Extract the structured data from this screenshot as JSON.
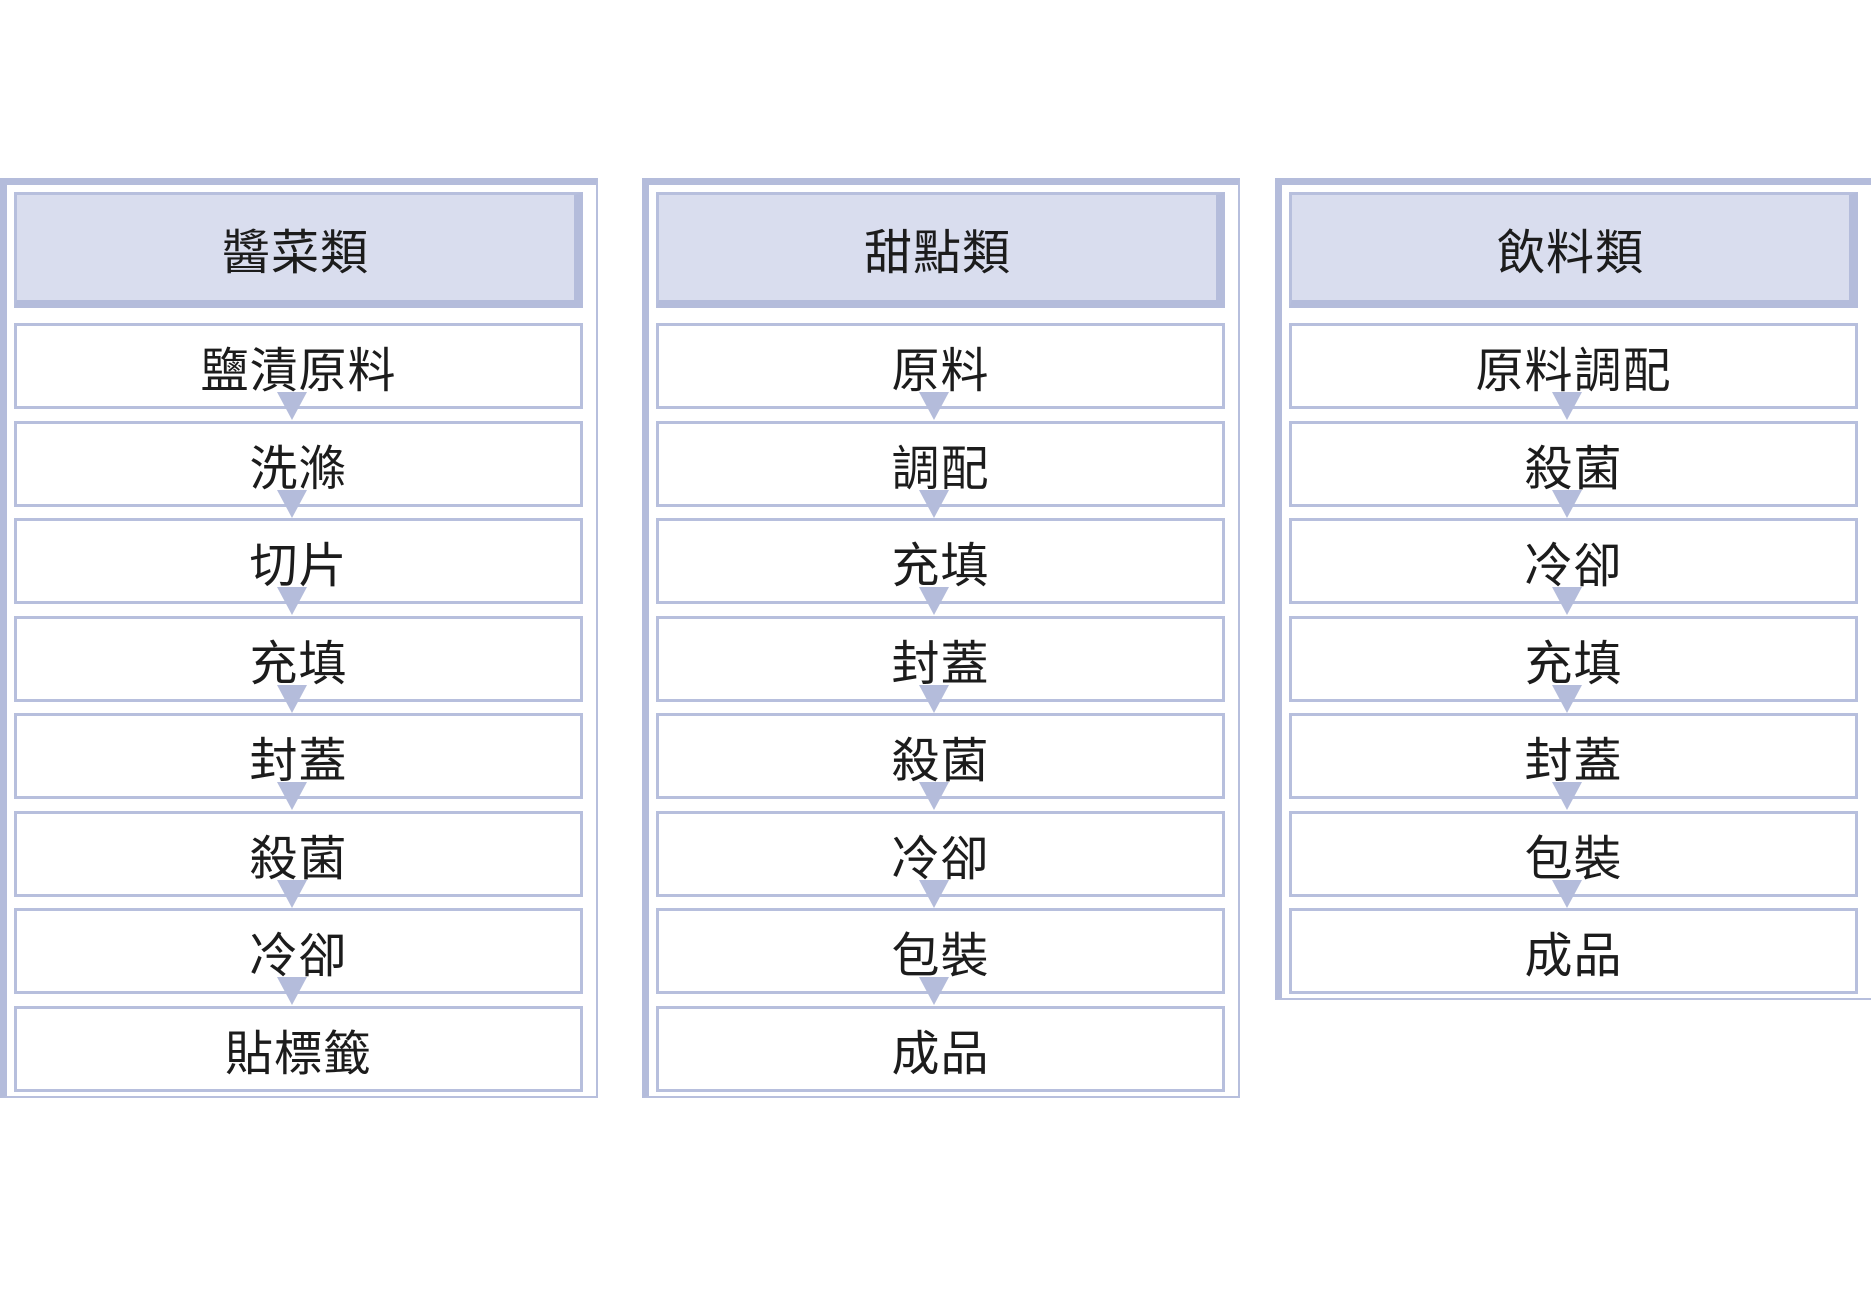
{
  "colors": {
    "header_fill": "#d9ddee",
    "border": "#b7bfdd",
    "arrow": "#b4bcdb"
  },
  "columns": [
    {
      "title": "醬菜類",
      "steps": [
        "鹽漬原料",
        "洗滌",
        "切片",
        "充填",
        "封蓋",
        "殺菌",
        "冷卻",
        "貼標籤"
      ]
    },
    {
      "title": "甜點類",
      "steps": [
        "原料",
        "調配",
        "充填",
        "封蓋",
        "殺菌",
        "冷卻",
        "包裝",
        "成品"
      ]
    },
    {
      "title": "飲料類",
      "steps": [
        "原料調配",
        "殺菌",
        "冷卻",
        "充填",
        "封蓋",
        "包裝",
        "成品"
      ]
    }
  ]
}
